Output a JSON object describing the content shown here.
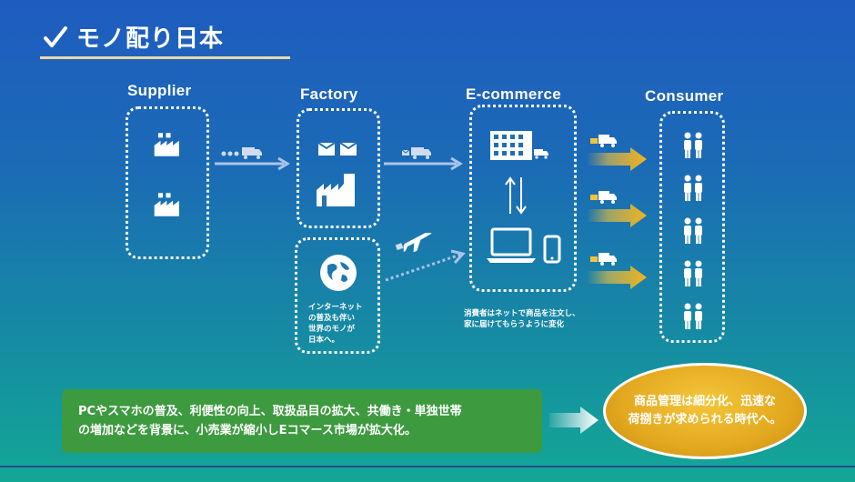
{
  "header": {
    "title": "モノ配り日本"
  },
  "columns": {
    "supplier": "Supplier",
    "factory": "Factory",
    "ecommerce": "E-commerce",
    "consumer": "Consumer"
  },
  "notes": {
    "internet": [
      "インターネット",
      "の普及も伴い",
      "世界のモノが",
      "日本へ。"
    ],
    "consumer_change": [
      "消費者はネットで商品を注文し、",
      "家に届けてもらうように変化"
    ]
  },
  "bottom": {
    "cause": [
      "PCやスマホの普及、利便性の向上、取扱品目の拡大、共働き・単独世帯",
      "の増加などを背景に、小売業が縮小しEコマース市場が拡大化。"
    ],
    "result": [
      "商品管理は細分化、迅速な",
      "荷捌きが求められる時代へ。"
    ]
  },
  "icons": {
    "title": "check-icon",
    "supplier": "factory-icon",
    "factory": "factory-icon",
    "global": "globe-icon",
    "plane": "airplane-icon",
    "ecommerce_top": "building-icon",
    "ecommerce_bottom": "laptop-icon",
    "mobile": "smartphone-icon",
    "consumer": "people-icon",
    "truck": "truck-icon",
    "exchange": "arrows-updown-icon"
  },
  "colors": {
    "green_box": "#3d9a3f",
    "gold": "#e3a81f",
    "arrow_blue": "#a9c4ea"
  }
}
